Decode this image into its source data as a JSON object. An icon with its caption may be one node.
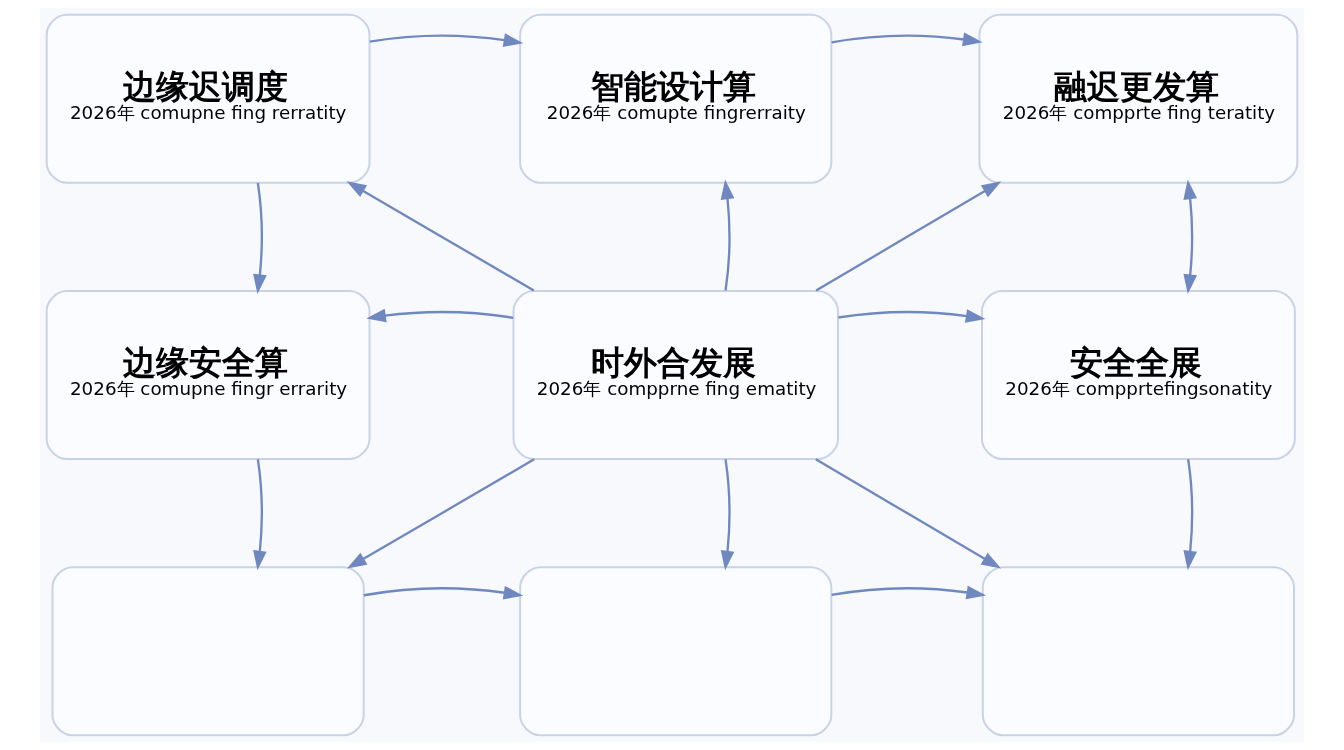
{
  "diagram": {
    "nodes": [
      {
        "text": [
          "边缘迟调度",
          "2026年 comupne fing rerratity"
        ]
      },
      {
        "text": [
          "智能设计算",
          "2026年 comupte fingrerraity"
        ]
      },
      {
        "text": [
          "融迟更发算",
          "2026年 compprte fing teratity"
        ]
      },
      {
        "text": [
          "边缘安全算",
          "2026年 comupne fingr errarity"
        ]
      },
      {
        "text": [
          "时外合发展",
          "2026年 compprne fing ematity"
        ]
      },
      {
        "text": [
          "安全全展",
          "2026年 compprtefingsonatity"
        ]
      },
      {
        "text": [],
        "shape": "box"
      },
      {
        "text": [],
        "shape": "box"
      },
      {
        "text": [],
        "shape": "box"
      }
    ],
    "edges": [
      {
        "from": 0,
        "to": 1,
        "arrow": "to"
      },
      {
        "from": 1,
        "to": 2,
        "arrow": "to"
      },
      {
        "from": 0,
        "to": 3,
        "arrow": "to"
      },
      {
        "from": 4,
        "to": 0,
        "arrow": "to"
      },
      {
        "from": 4,
        "to": 1,
        "arrow": "to"
      },
      {
        "from": 4,
        "to": 2,
        "arrow": "to"
      },
      {
        "from": 2,
        "to": 5,
        "arrow": "both"
      },
      {
        "from": 4,
        "to": 3,
        "arrow": "to"
      },
      {
        "from": 4,
        "to": 5,
        "arrow": "to"
      },
      {
        "from": 3,
        "to": 6,
        "arrow": "to"
      },
      {
        "from": 4,
        "to": 6,
        "arrow": "to"
      },
      {
        "from": 4,
        "to": 7,
        "arrow": "to"
      },
      {
        "from": 4,
        "to": 8,
        "arrow": "to"
      },
      {
        "from": 5,
        "to": 8,
        "arrow": "to"
      },
      {
        "from": 6,
        "to": 7,
        "arrow": "to"
      },
      {
        "from": 7,
        "to": 8,
        "arrow": "to"
      }
    ]
  }
}
